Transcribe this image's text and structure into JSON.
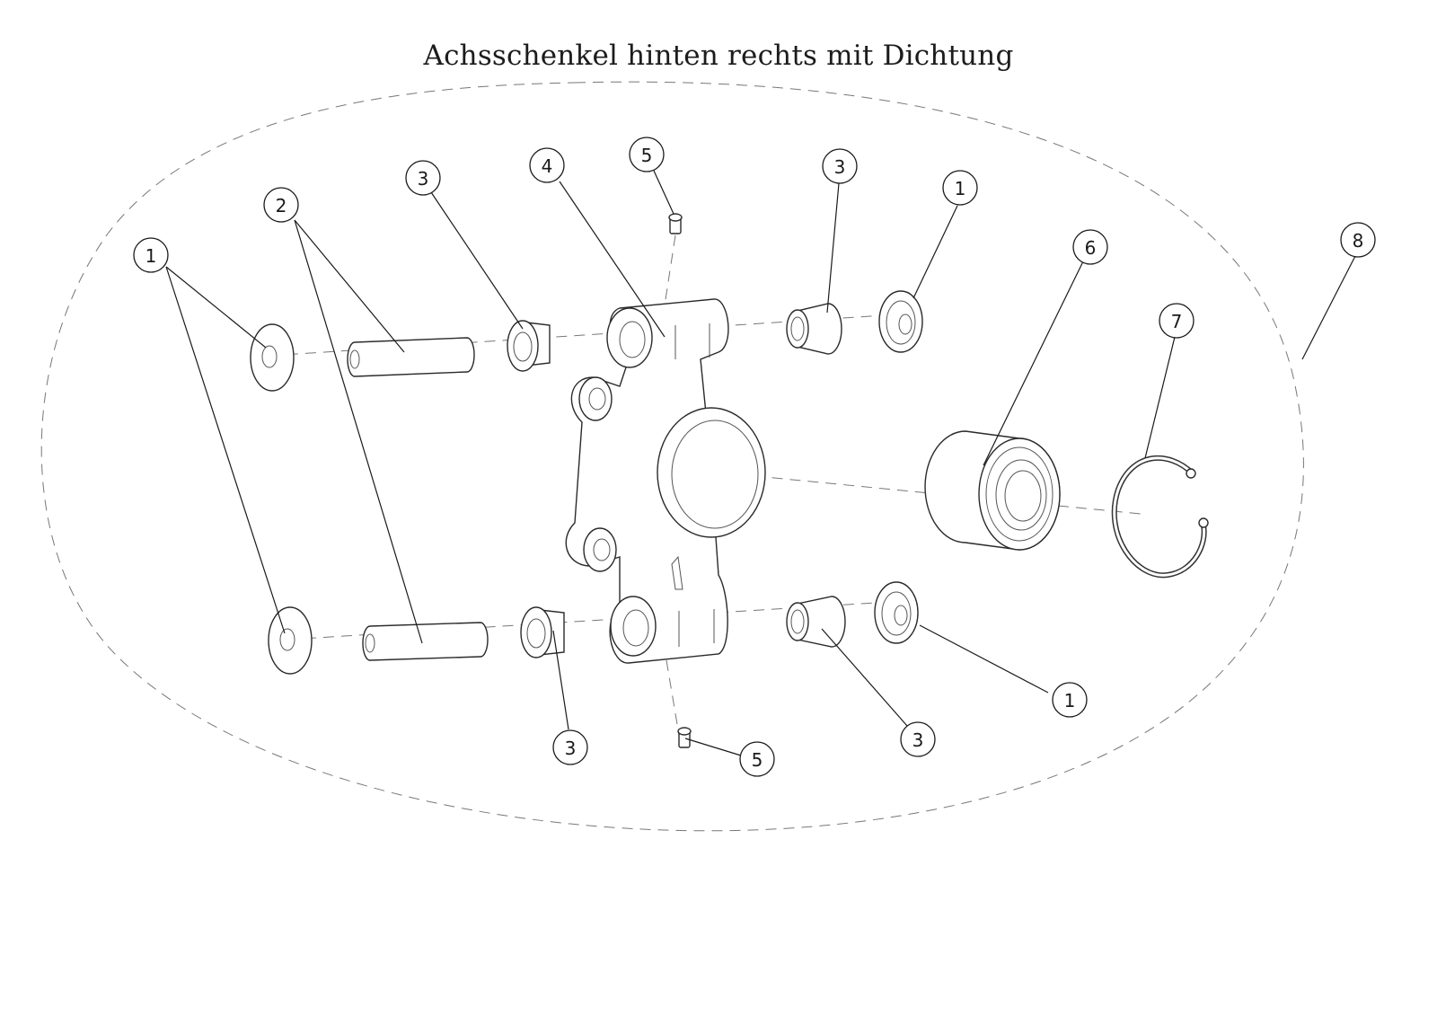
{
  "title": "Achsschenkel hinten rechts mit Dichtung",
  "callouts": [
    {
      "label": "1"
    },
    {
      "label": "2"
    },
    {
      "label": "3"
    },
    {
      "label": "4"
    },
    {
      "label": "5"
    },
    {
      "label": "3"
    },
    {
      "label": "1"
    },
    {
      "label": "6"
    },
    {
      "label": "8"
    },
    {
      "label": "7"
    },
    {
      "label": "3"
    },
    {
      "label": "5"
    },
    {
      "label": "3"
    },
    {
      "label": "1"
    }
  ]
}
